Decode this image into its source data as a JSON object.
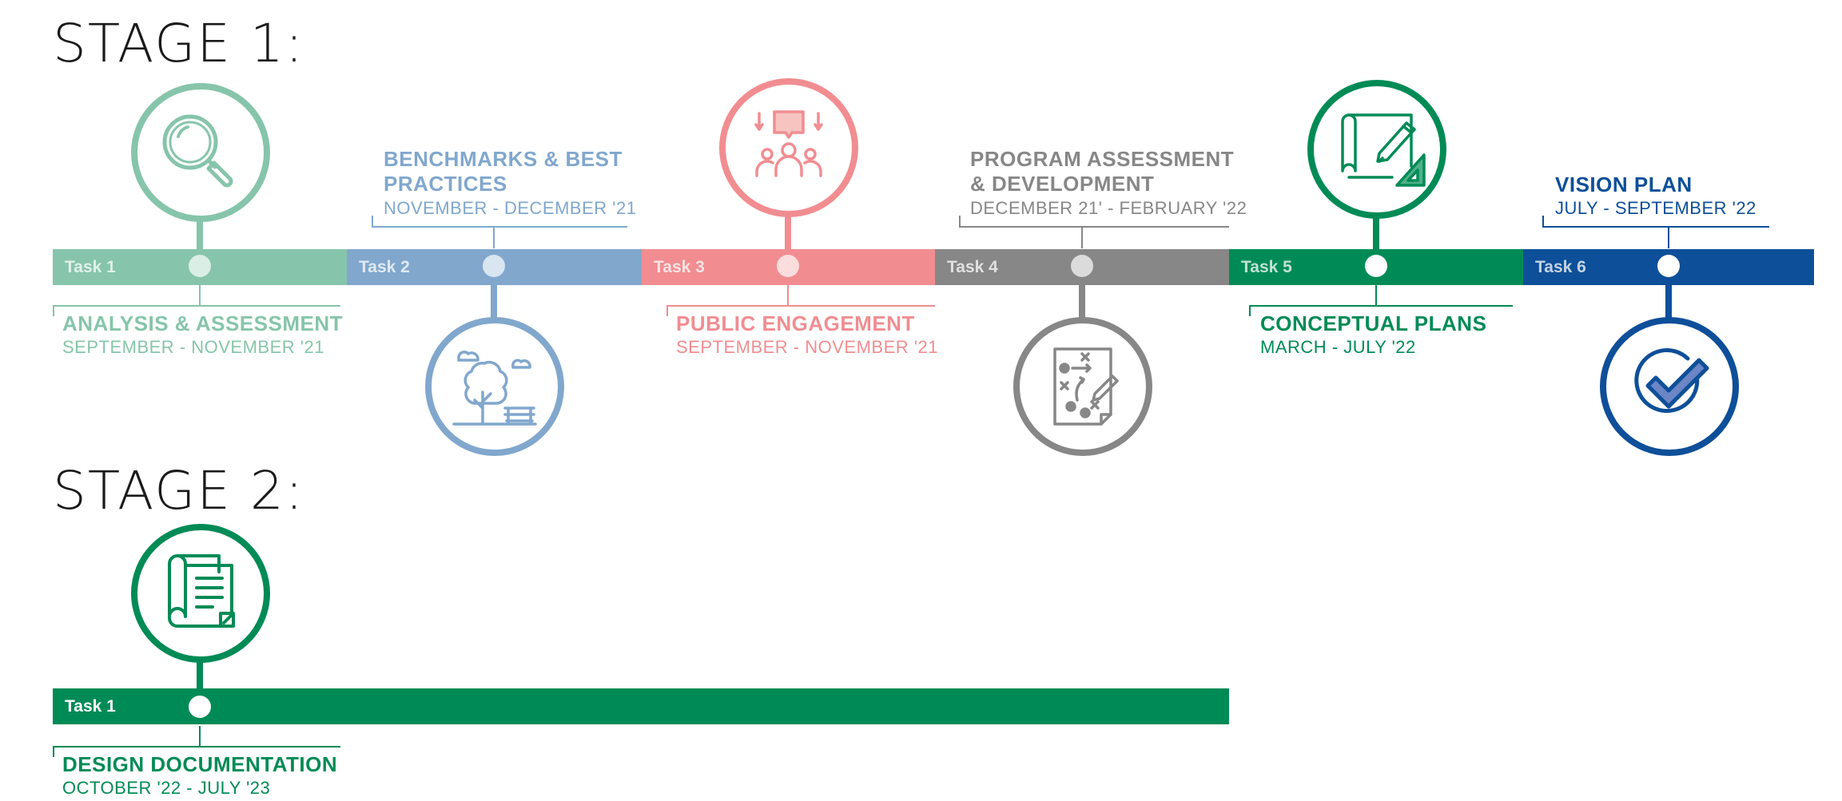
{
  "colors": {
    "task1": "#86c5ab",
    "task2": "#81a7cd",
    "task3": "#f18d91",
    "task4": "#878787",
    "task5": "#008b56",
    "task6": "#0e4f99",
    "stage2": "#008b56"
  },
  "stage1": {
    "title": "STAGE 1:",
    "tasks": [
      {
        "label": "Task 1",
        "title": "ANALYSIS & ASSESSMENT",
        "date": "SEPTEMBER - NOVEMBER '21",
        "icon": "magnifier-icon"
      },
      {
        "label": "Task 2",
        "title_lines": [
          "BENCHMARKS & BEST",
          "PRACTICES"
        ],
        "date": "NOVEMBER - DECEMBER '21",
        "icon": "park-icon"
      },
      {
        "label": "Task 3",
        "title": "PUBLIC ENGAGEMENT",
        "date": "SEPTEMBER - NOVEMBER '21",
        "icon": "community-icon"
      },
      {
        "label": "Task 4",
        "title_lines": [
          "PROGRAM ASSESSMENT",
          "& DEVELOPMENT"
        ],
        "date": "DECEMBER 21' - FEBRUARY '22",
        "icon": "strategy-plan-icon"
      },
      {
        "label": "Task 5",
        "title": "CONCEPTUAL PLANS",
        "date": "MARCH - JULY '22",
        "icon": "blueprint-drafting-icon"
      },
      {
        "label": "Task 6",
        "title": "VISION PLAN",
        "date": "JULY - SEPTEMBER '22",
        "icon": "checkmark-icon"
      }
    ]
  },
  "stage2": {
    "title": "STAGE 2:",
    "tasks": [
      {
        "label": "Task 1",
        "title": "DESIGN DOCUMENTATION",
        "date": "OCTOBER '22 - JULY '23",
        "icon": "document-scroll-icon"
      }
    ]
  }
}
